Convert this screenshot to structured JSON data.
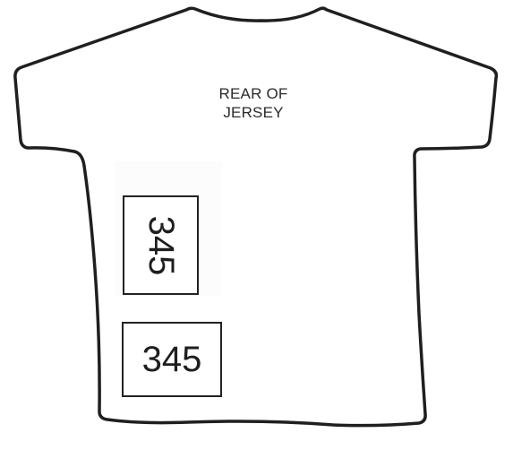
{
  "diagram": {
    "title_lines": [
      "REAR OF",
      "JERSEY"
    ],
    "number_vertical": "345",
    "number_horizontal": "345"
  }
}
